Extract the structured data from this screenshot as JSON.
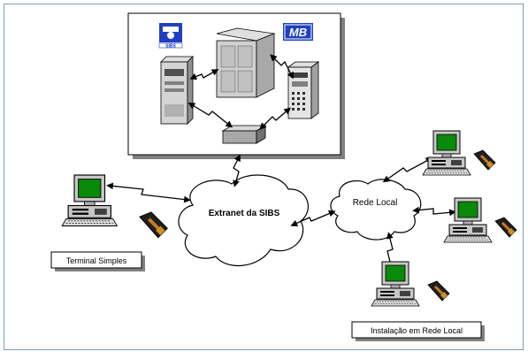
{
  "clouds": {
    "extranet": "Extranet da SIBS",
    "local": "Rede Local"
  },
  "labels": {
    "terminal": "Terminal Simples",
    "installation": "Instalação em Rede Local"
  },
  "logos": {
    "sibs": "SIBS",
    "mb": "MB"
  },
  "colors": {
    "screen": "#0a8a0a",
    "border": "#7f9db9",
    "logo_blue": "#2040c0"
  }
}
